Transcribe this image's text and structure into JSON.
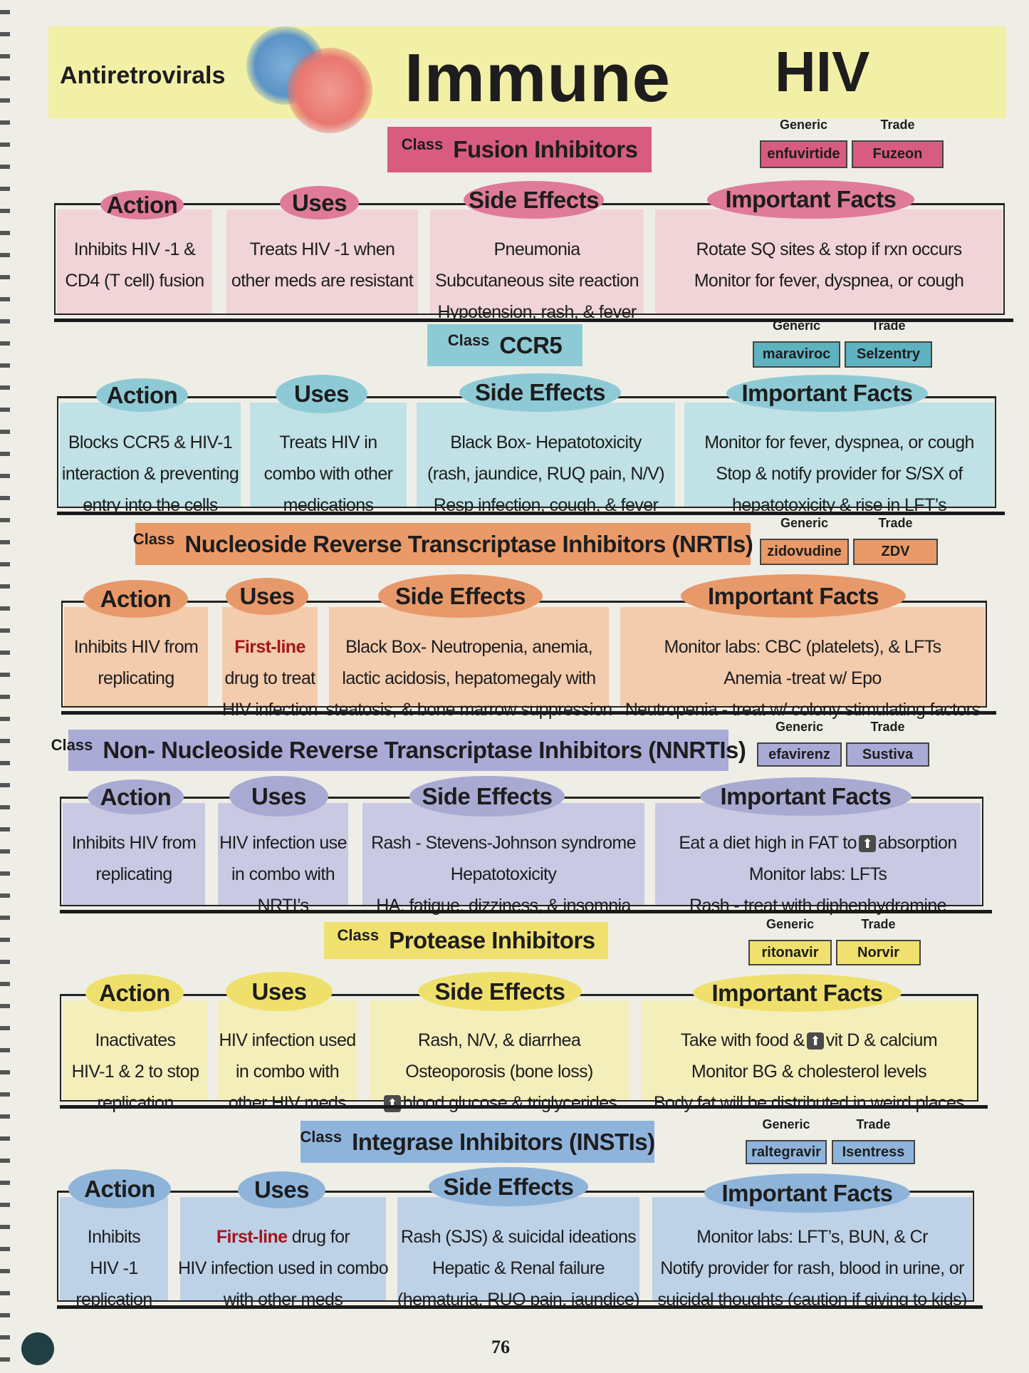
{
  "header": {
    "subtitle": "Antiretrovirals",
    "title": "Immune",
    "topic": "HIV"
  },
  "labels": {
    "class": "Class",
    "generic": "Generic",
    "trade": "Trade",
    "action": "Action",
    "uses": "Uses",
    "side_effects": "Side Effects",
    "important_facts": "Important Facts"
  },
  "page_number": "76",
  "sections": [
    {
      "class_name": "Fusion Inhibitors",
      "generic": "enfuvirtide",
      "trade": "Fuzeon",
      "colors": {
        "pill": "#df7b99",
        "box": "#f0d4d7",
        "class": "#d85c80",
        "drug": "#d85c80"
      },
      "action": [
        [
          {
            "t": "Inhibits HIV -1 &"
          }
        ],
        [
          {
            "t": "CD4 (T cell) fusion"
          }
        ]
      ],
      "uses": [
        [
          {
            "t": "Treats HIV -1 when"
          }
        ],
        [
          {
            "t": "other meds are resistant"
          }
        ]
      ],
      "side_effects": [
        [
          {
            "t": "Pneumonia"
          }
        ],
        [
          {
            "t": "Subcutaneous site reaction"
          }
        ],
        [
          {
            "t": "Hypotension, rash, & fever"
          }
        ]
      ],
      "important_facts": [
        [
          {
            "t": "Rotate SQ sites & stop if rxn occurs"
          }
        ],
        [
          {
            "t": "Monitor for fever, dyspnea, or cough"
          }
        ]
      ]
    },
    {
      "class_name": "CCR5",
      "generic": "maraviroc",
      "trade": "Selzentry",
      "colors": {
        "pill": "#8ecad6",
        "box": "#c0e1e5",
        "class": "#8ecad6",
        "drug": "#5fb2c0"
      },
      "action": [
        [
          {
            "t": "Blocks CCR5 & HIV-1"
          }
        ],
        [
          {
            "t": "interaction & preventing"
          }
        ],
        [
          {
            "t": "entry into the cells"
          }
        ]
      ],
      "uses": [
        [
          {
            "t": "Treats HIV in"
          }
        ],
        [
          {
            "t": "combo with other"
          }
        ],
        [
          {
            "t": "medications"
          }
        ]
      ],
      "side_effects": [
        [
          {
            "t": "Black Box- Hepatotoxicity"
          }
        ],
        [
          {
            "t": "(rash, jaundice, RUQ pain, N/V)"
          }
        ],
        [
          {
            "t": "Resp infection, cough, & fever"
          }
        ]
      ],
      "important_facts": [
        [
          {
            "t": "Monitor for fever, dyspnea, or cough"
          }
        ],
        [
          {
            "t": "Stop & notify provider for S/SX of"
          }
        ],
        [
          {
            "t": "hepatotoxicity & rise in LFT’s"
          }
        ]
      ]
    },
    {
      "class_name": "Nucleoside Reverse Transcriptase Inhibitors (NRTIs)",
      "generic": "zidovudine",
      "trade": "ZDV",
      "colors": {
        "pill": "#e8996a",
        "box": "#f3cbad",
        "class": "#ea9a68",
        "drug": "#ea9a68"
      },
      "action": [
        [
          {
            "t": "Inhibits HIV from"
          }
        ],
        [
          {
            "t": "replicating"
          }
        ]
      ],
      "uses": [
        [
          {
            "t": "First-line",
            "hl": true
          }
        ],
        [
          {
            "t": "drug to treat"
          }
        ],
        [
          {
            "t": "HIV infection"
          }
        ]
      ],
      "side_effects": [
        [
          {
            "t": "Black Box- Neutropenia, anemia,"
          }
        ],
        [
          {
            "t": "lactic acidosis, hepatomegaly with"
          }
        ],
        [
          {
            "t": "steatosis, & bone marrow suppression"
          }
        ]
      ],
      "important_facts": [
        [
          {
            "t": "Monitor labs: CBC (platelets), & LFTs"
          }
        ],
        [
          {
            "t": "Anemia -treat w/ Epo"
          }
        ],
        [
          {
            "t": "Neutropenia - treat w/ colony stimulating factors"
          }
        ]
      ]
    },
    {
      "class_name": "Non- Nucleoside Reverse Transcriptase Inhibitors (NNRTIs)",
      "generic": "efavirenz",
      "trade": "Sustiva",
      "colors": {
        "pill": "#a8aad2",
        "box": "#c9c9e3",
        "class": "#a9aad6",
        "drug": "#a9aad6"
      },
      "action": [
        [
          {
            "t": "Inhibits HIV from"
          }
        ],
        [
          {
            "t": "replicating"
          }
        ]
      ],
      "uses": [
        [
          {
            "t": "HIV infection use"
          }
        ],
        [
          {
            "t": "in combo with"
          }
        ],
        [
          {
            "t": "NRTI’s"
          }
        ]
      ],
      "side_effects": [
        [
          {
            "t": "Rash - Stevens-Johnson syndrome"
          }
        ],
        [
          {
            "t": "Hepatotoxicity"
          }
        ],
        [
          {
            "t": "HA, fatigue, dizziness, & insomnia"
          }
        ]
      ],
      "important_facts": [
        [
          {
            "t": "Eat a diet high in FAT to"
          },
          {
            "icon": "up-arrow"
          },
          {
            "t": "absorption"
          }
        ],
        [
          {
            "t": "Monitor labs: LFTs"
          }
        ],
        [
          {
            "t": "Rash - treat with diphenhydramine"
          }
        ]
      ]
    },
    {
      "class_name": "Protease Inhibitors",
      "generic": "ritonavir",
      "trade": "Norvir",
      "colors": {
        "pill": "#efe06c",
        "box": "#f4eebb",
        "class": "#f0e06e",
        "drug": "#f0e06e"
      },
      "action": [
        [
          {
            "t": "Inactivates"
          }
        ],
        [
          {
            "t": "HIV-1 & 2 to stop"
          }
        ],
        [
          {
            "t": "replication"
          }
        ]
      ],
      "uses": [
        [
          {
            "t": "HIV infection used"
          }
        ],
        [
          {
            "t": "in combo with"
          }
        ],
        [
          {
            "t": "other HIV meds"
          }
        ]
      ],
      "side_effects": [
        [
          {
            "t": "Rash, N/V, & diarrhea"
          }
        ],
        [
          {
            "t": "Osteoporosis (bone loss)"
          }
        ],
        [
          {
            "icon": "up-arrow"
          },
          {
            "t": "blood glucose & triglycerides"
          }
        ]
      ],
      "important_facts": [
        [
          {
            "t": "Take with food &"
          },
          {
            "icon": "up-arrow"
          },
          {
            "t": "vit D & calcium"
          }
        ],
        [
          {
            "t": "Monitor BG & cholesterol levels"
          }
        ],
        [
          {
            "t": "Body fat will be distributed in weird places"
          }
        ]
      ]
    },
    {
      "class_name": "Integrase Inhibitors (INSTIs)",
      "generic": "raltegravir",
      "trade": "Isentress",
      "colors": {
        "pill": "#8fb4d9",
        "box": "#bdd1e7",
        "class": "#8fb4dc",
        "drug": "#8fb4dc"
      },
      "action": [
        [
          {
            "t": "Inhibits"
          }
        ],
        [
          {
            "t": "HIV -1"
          }
        ],
        [
          {
            "t": "replication"
          }
        ]
      ],
      "uses": [
        [
          {
            "t": "First-line",
            "hl": true
          },
          {
            "t": " drug for"
          }
        ],
        [
          {
            "t": "HIV infection used in combo"
          }
        ],
        [
          {
            "t": "with other meds"
          }
        ]
      ],
      "side_effects": [
        [
          {
            "t": "Rash (SJS) & suicidal ideations"
          }
        ],
        [
          {
            "t": "Hepatic & Renal failure"
          }
        ],
        [
          {
            "t": "(hematuria, RUQ pain, jaundice)"
          }
        ]
      ],
      "important_facts": [
        [
          {
            "t": "Monitor labs: LFT’s,  BUN, & Cr"
          }
        ],
        [
          {
            "t": "Notify provider for rash, blood in urine, or"
          }
        ],
        [
          {
            "t": "suicidal thoughts (caution if giving to kids)"
          }
        ]
      ]
    }
  ]
}
